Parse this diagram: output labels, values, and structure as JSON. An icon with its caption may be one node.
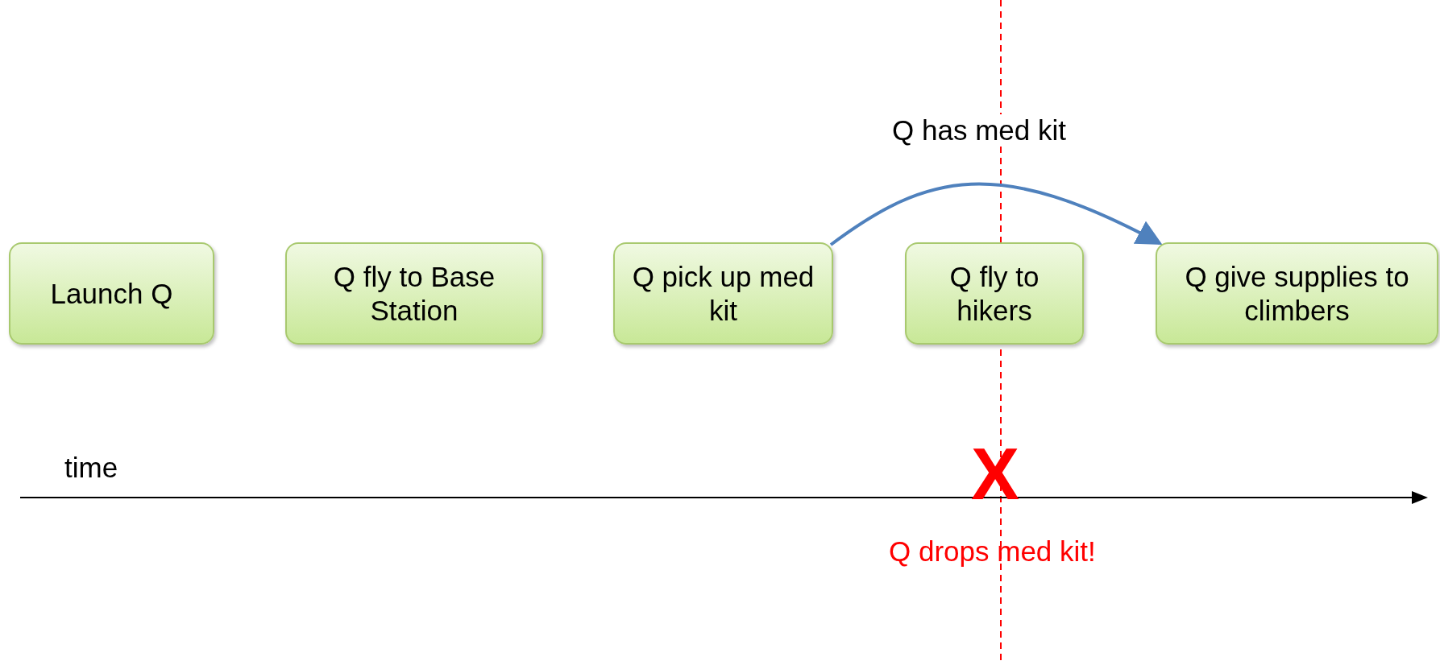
{
  "diagram": {
    "nodes": [
      {
        "text": [
          "Launch Q"
        ]
      },
      {
        "text": [
          "Q fly to Base Station"
        ]
      },
      {
        "text": [
          "Q pick up med kit"
        ]
      },
      {
        "text": [
          "Q fly to hikers"
        ]
      },
      {
        "text": [
          "Q give supplies to climbers"
        ]
      }
    ],
    "edges": [
      {
        "from": 2,
        "to": 4,
        "arrow": "to",
        "label": "Q has med kit",
        "color": "#4f81bd"
      }
    ],
    "labels": [
      "time",
      "X",
      "Q drops med kit!"
    ]
  }
}
